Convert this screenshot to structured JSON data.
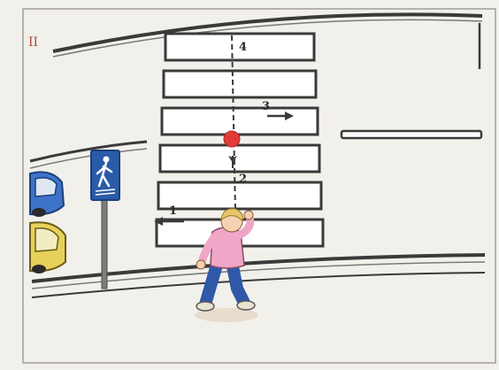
{
  "corner_mark": "II",
  "route_labels": [
    "1",
    "2",
    "3",
    "4"
  ],
  "colors": {
    "paper": "#f2f0ea",
    "road_line": "#3a3a3a",
    "stripe_fill": "#ffffff",
    "marker_red": "#e23c36",
    "sign_blue": "#2a5ba8",
    "shirt_pink": "#f0a6c6",
    "jeans_blue": "#2f58a8",
    "hair_yellow": "#e9c56a",
    "car_yellow": "#e6d25a",
    "car_blue": "#3d74c8"
  },
  "icons": {
    "sign": "pedestrian-crossing-sign-icon",
    "marker": "red-dot-marker-icon",
    "arrow": "right-arrow-icon"
  }
}
